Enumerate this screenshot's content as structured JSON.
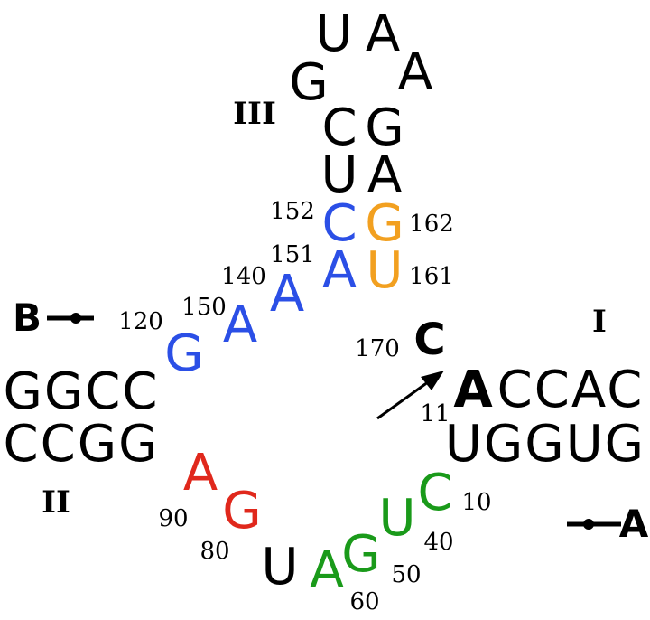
{
  "colors": {
    "black": "#000000",
    "blue": "#2b4fe6",
    "orange": "#f2a020",
    "red": "#e0281c",
    "green": "#1a9a1a"
  },
  "stem_labels": {
    "I": "I",
    "II": "II",
    "III": "III"
  },
  "sites": {
    "A": "A",
    "B": "B",
    "C": "C"
  },
  "helix_II": {
    "top": "GGCC",
    "bottom": "CCGG"
  },
  "helix_I": {
    "top_first": "A",
    "top_rest": "CCAC",
    "bottom": "UGGUG"
  },
  "stem_III": {
    "loop": [
      "U",
      "A",
      "G",
      "A"
    ],
    "pairs": [
      [
        "C",
        "G"
      ],
      [
        "U",
        "A"
      ],
      [
        "C",
        "G"
      ],
      [
        "A",
        "U"
      ]
    ]
  },
  "strand_II_III": [
    "G",
    "A",
    "A"
  ],
  "loop_bottom": [
    "A",
    "G",
    "U",
    "A",
    "G",
    "U",
    "C"
  ],
  "numbers": {
    "n10": "10",
    "n11": "11",
    "n40": "40",
    "n50": "50",
    "n60": "60",
    "n80": "80",
    "n90": "90",
    "n120": "120",
    "n140": "140",
    "n150": "150",
    "n151": "151",
    "n152": "152",
    "n161": "161",
    "n162": "162",
    "n170": "170"
  }
}
